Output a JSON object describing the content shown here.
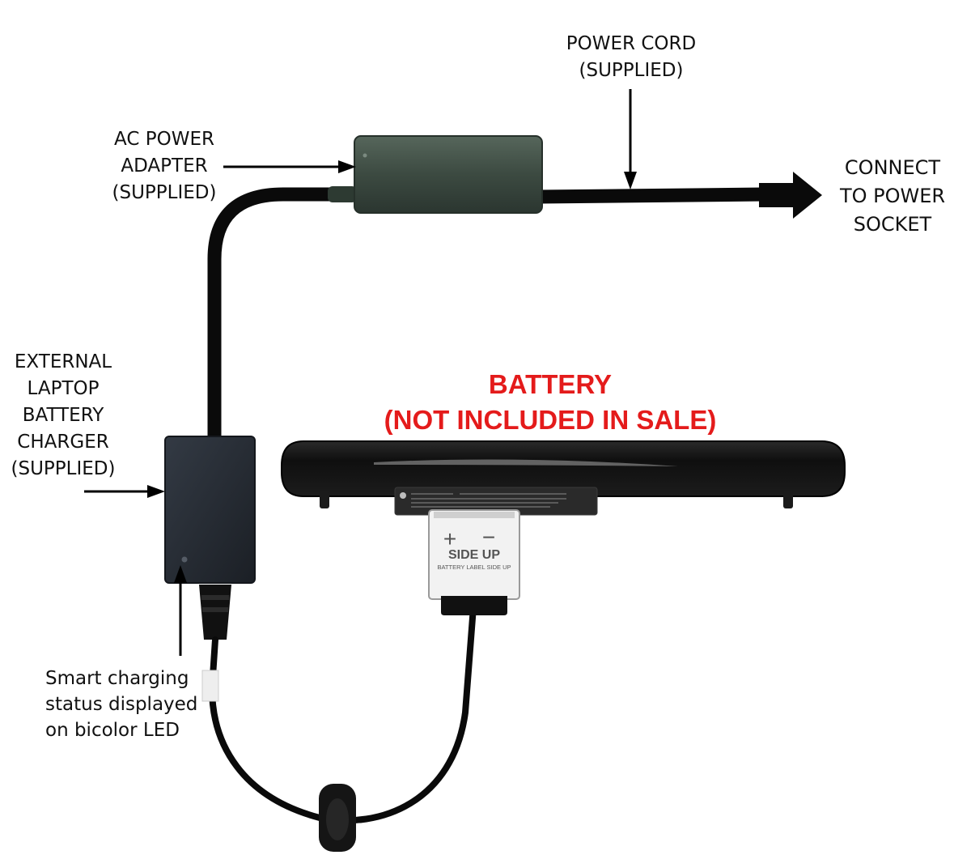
{
  "labels": {
    "power_cord": [
      "POWER CORD",
      "(SUPPLIED)"
    ],
    "ac_adapter": [
      "AC POWER",
      "ADAPTER",
      "(SUPPLIED)"
    ],
    "connect": [
      "CONNECT",
      "TO POWER",
      "SOCKET"
    ],
    "external_charger": [
      "EXTERNAL",
      "LAPTOP",
      "BATTERY",
      "CHARGER",
      "(SUPPLIED)"
    ],
    "smart_charging": [
      "Smart charging",
      "status displayed",
      "on bicolor LED"
    ]
  },
  "battery_title": [
    "BATTERY",
    "(NOT INCLUDED IN SALE)"
  ],
  "connector": {
    "plus": "+",
    "minus": "−",
    "side_up": "SIDE UP",
    "note": "BATTERY LABEL SIDE UP"
  },
  "colors": {
    "cable": "#0a0a0a",
    "adapter": "#3d4a42",
    "charger": "#262b33",
    "battery": "#111111",
    "title_red": "#e41b1b",
    "text": "#111111"
  }
}
